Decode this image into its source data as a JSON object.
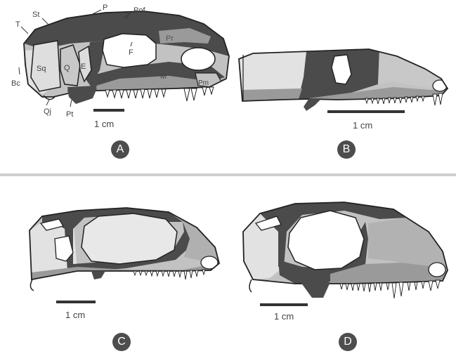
{
  "colors": {
    "dark": "#4b4b4b",
    "mid": "#9a9a9a",
    "light": "#c2c2c2",
    "pale": "#e2e2e2",
    "outline": "#222222",
    "badge": "#4d4d4d",
    "divider": "#cfcfcf"
  },
  "panels": {
    "a": {
      "badge": "A",
      "scale": "1 cm",
      "labels": {
        "p": "P",
        "pof": "Pof",
        "st": "St",
        "t": "T",
        "bc": "Bc",
        "sq": "Sq",
        "q": "Q",
        "e": "E",
        "f": "F",
        "pr": "Pr",
        "m": "M",
        "pm": "Pm",
        "qj": "Qj",
        "pt": "Pt"
      }
    },
    "b": {
      "badge": "B",
      "scale": "1 cm"
    },
    "c": {
      "badge": "C",
      "scale": "1 cm"
    },
    "d": {
      "badge": "D",
      "scale": "1 cm"
    }
  }
}
